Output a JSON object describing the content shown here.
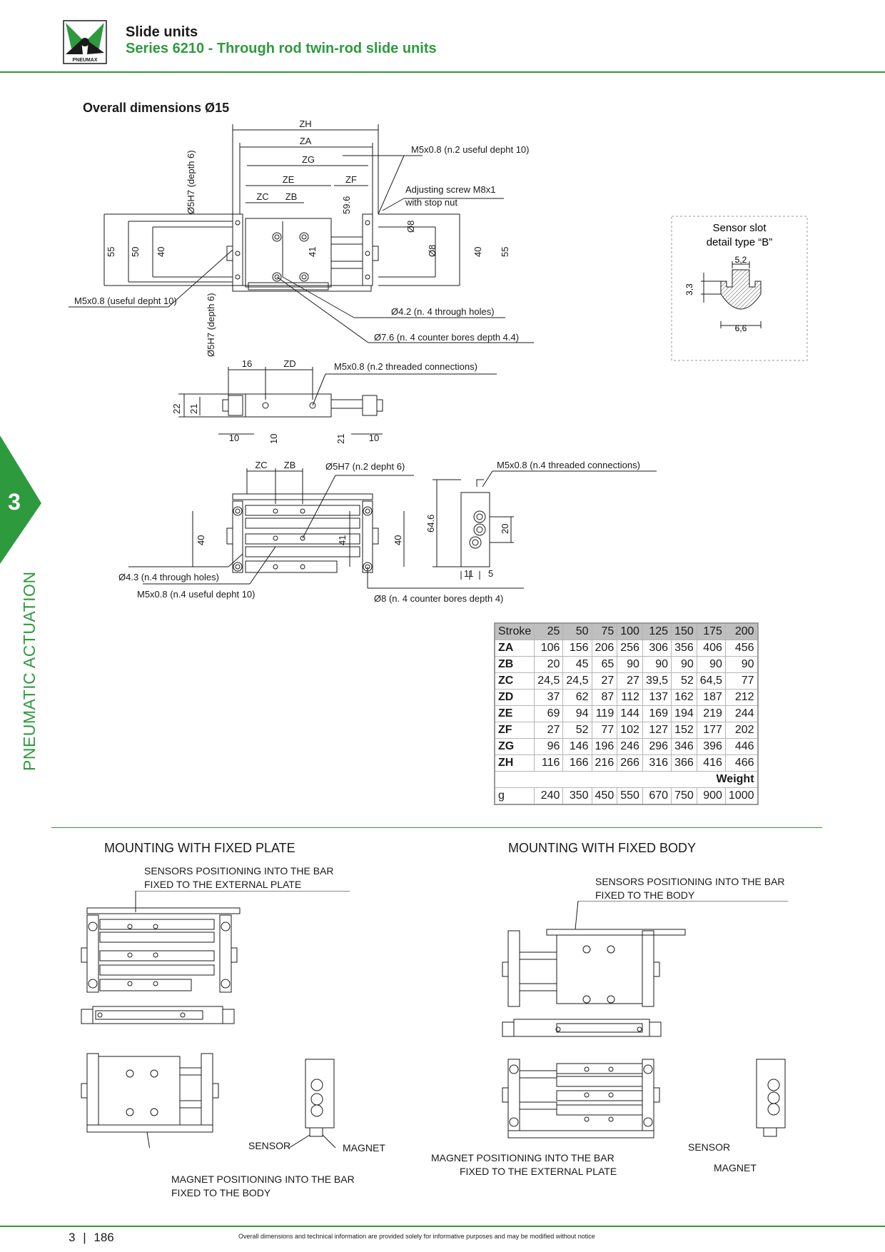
{
  "header": {
    "logo_text": "PNEUMAX",
    "title": "Slide units",
    "subtitle": "Series 6210 - Through rod twin-rod slide units"
  },
  "section": {
    "title": "Overall dimensions Ø15",
    "number": "3",
    "category": "PNEUMATIC ACTUATION"
  },
  "drawing_top": {
    "labels": {
      "zh": "ZH",
      "za": "ZA",
      "zg": "ZG",
      "ze": "ZE",
      "zf": "ZF",
      "zc": "ZC",
      "zb": "ZB",
      "d596": "59.6",
      "d55": "55",
      "d50": "50",
      "d40": "40",
      "d41": "41",
      "d8a": "Ø8",
      "d8b": "Ø8",
      "d40r": "40",
      "d55r": "55",
      "m5_top": "M5x0.8 (n.2 useful depht 10)",
      "adj1": "Adjusting screw M8x1",
      "adj2": "with stop nut",
      "o5h7_top": "Ø5H7 (depth 6)",
      "o5h7_bot": "Ø5H7 (depth 6)",
      "m5_left": "M5x0.8 (useful depht 10)",
      "o42": "Ø4.2 (n. 4 through holes)",
      "o76": "Ø7.6 (n. 4 counter bores depth 4.4)"
    }
  },
  "sensor_slot": {
    "title1": "Sensor slot",
    "title2": "detail type “B”",
    "d52": "5,2",
    "d33": "3,3",
    "d66": "6,6"
  },
  "drawing_side": {
    "labels": {
      "d16": "16",
      "zd": "ZD",
      "m5": "M5x0.8 (n.2 threaded connections)",
      "d22": "22",
      "d21": "21",
      "d10a": "10",
      "d10b": "10",
      "d21b": "21",
      "d10c": "10"
    }
  },
  "drawing_bottom": {
    "labels": {
      "zc": "ZC",
      "zb": "ZB",
      "o5h7": "Ø5H7 (n.2 depht 6)",
      "m5_4": "M5x0.8 (n.4 threaded connections)",
      "d40l": "40",
      "d41": "41",
      "d40r": "40",
      "d646": "64.6",
      "d20": "20",
      "d11": "11",
      "d5": "5",
      "o43": "Ø4.3 (n.4 through holes)",
      "m5_useful": "M5x0.8 (n.4 useful depht 10)",
      "o8": "Ø8 (n. 4 counter bores depth 4)"
    }
  },
  "table": {
    "header": [
      "Stroke",
      "25",
      "50",
      "75",
      "100",
      "125",
      "150",
      "175",
      "200"
    ],
    "rows": [
      {
        "label": "ZA",
        "values": [
          "106",
          "156",
          "206",
          "256",
          "306",
          "356",
          "406",
          "456"
        ]
      },
      {
        "label": "ZB",
        "values": [
          "20",
          "45",
          "65",
          "90",
          "90",
          "90",
          "90",
          "90"
        ]
      },
      {
        "label": "ZC",
        "values": [
          "24,5",
          "24,5",
          "27",
          "27",
          "39,5",
          "52",
          "64,5",
          "77"
        ]
      },
      {
        "label": "ZD",
        "values": [
          "37",
          "62",
          "87",
          "112",
          "137",
          "162",
          "187",
          "212"
        ]
      },
      {
        "label": "ZE",
        "values": [
          "69",
          "94",
          "119",
          "144",
          "169",
          "194",
          "219",
          "244"
        ]
      },
      {
        "label": "ZF",
        "values": [
          "27",
          "52",
          "77",
          "102",
          "127",
          "152",
          "177",
          "202"
        ]
      },
      {
        "label": "ZG",
        "values": [
          "96",
          "146",
          "196",
          "246",
          "296",
          "346",
          "396",
          "446"
        ]
      },
      {
        "label": "ZH",
        "values": [
          "116",
          "166",
          "216",
          "266",
          "316",
          "366",
          "416",
          "466"
        ]
      }
    ],
    "weight_label": "Weight",
    "weight_unit": "g",
    "weight_values": [
      "240",
      "350",
      "450",
      "550",
      "670",
      "750",
      "900",
      "1000"
    ]
  },
  "mounting": {
    "fixed_plate": {
      "title": "MOUNTING WITH FIXED PLATE",
      "callout_top1": "SENSORS POSITIONING INTO THE BAR",
      "callout_top2": "FIXED TO THE EXTERNAL PLATE",
      "sensor": "SENSOR",
      "magnet": "MAGNET",
      "callout_bot1": "MAGNET POSITIONING INTO THE BAR",
      "callout_bot2": "FIXED TO THE BODY"
    },
    "fixed_body": {
      "title": "MOUNTING WITH FIXED BODY",
      "callout_top1": "SENSORS POSITIONING INTO THE BAR",
      "callout_top2": "FIXED TO THE BODY",
      "sensor": "SENSOR",
      "magnet": "MAGNET",
      "callout_bot1": "MAGNET POSITIONING INTO THE BAR",
      "callout_bot2": "FIXED TO THE EXTERNAL PLATE"
    }
  },
  "footer": {
    "chapter": "3",
    "page": "186",
    "note": "Overall dimensions and technical information are provided solely for informative purposes and may be modified without notice"
  },
  "colors": {
    "brand_green": "#2e9a3e",
    "table_header": "#bfbfbf"
  }
}
